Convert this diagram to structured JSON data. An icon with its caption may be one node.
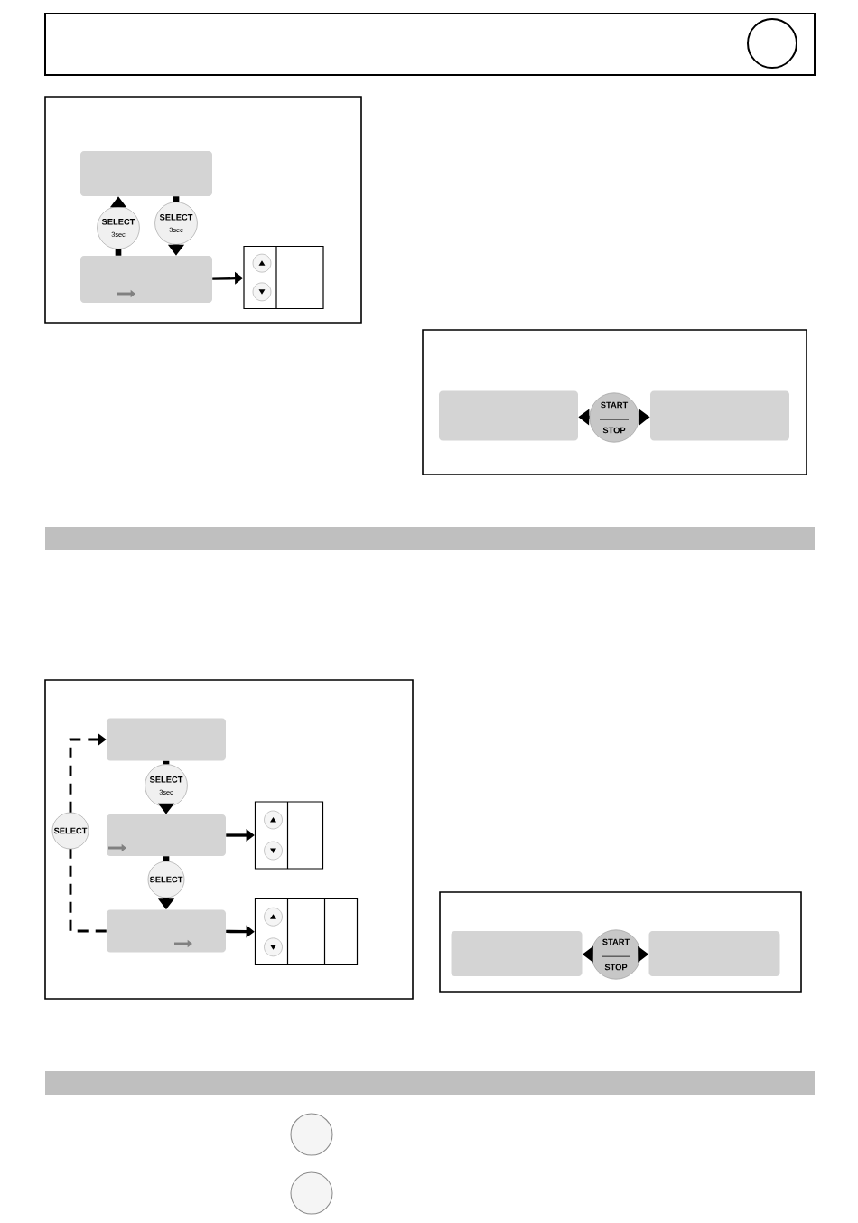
{
  "diagram": {
    "nodes": [
      {
        "text": [],
        "shape": "box"
      },
      {
        "text": [
          "SELECT",
          "3sec"
        ]
      },
      {
        "text": [
          "SELECT",
          "3sec"
        ]
      },
      {
        "text": [],
        "shape": "box"
      },
      {
        "text": [],
        "shape": "box"
      },
      {
        "text": [],
        "shape": "box"
      },
      {
        "text": [
          "START",
          "STOP"
        ]
      },
      {
        "text": [],
        "shape": "box"
      },
      {
        "text": [],
        "shape": "box"
      },
      {
        "text": [
          "SELECT",
          "3sec"
        ]
      },
      {
        "text": [],
        "shape": "box"
      },
      {
        "text": [],
        "shape": "box"
      },
      {
        "text": [
          "SELECT"
        ]
      },
      {
        "text": [],
        "shape": "box"
      },
      {
        "text": [],
        "shape": "box"
      },
      {
        "text": [
          "SELECT"
        ]
      },
      {
        "text": [],
        "shape": "box"
      },
      {
        "text": [
          "START",
          "STOP"
        ]
      },
      {
        "text": [],
        "shape": "box"
      },
      {
        "text": [],
        "shape": "circle"
      },
      {
        "text": [],
        "shape": "circle"
      },
      {
        "text": [],
        "shape": "bar"
      },
      {
        "text": [],
        "shape": "bar"
      }
    ],
    "edges": [
      {
        "from": 3,
        "to": 1,
        "arrow": "none",
        "style": "thick"
      },
      {
        "from": 1,
        "to": 0,
        "arrow": "to",
        "style": "thick"
      },
      {
        "from": 0,
        "to": 2,
        "arrow": "none",
        "style": "thick"
      },
      {
        "from": 2,
        "to": 3,
        "arrow": "to",
        "style": "thick"
      },
      {
        "from": 3,
        "to": 4,
        "arrow": "to"
      },
      {
        "from": 6,
        "to": 5,
        "arrow": "to"
      },
      {
        "from": 6,
        "to": 7,
        "arrow": "to"
      },
      {
        "from": 8,
        "to": 9,
        "arrow": "none",
        "style": "thick"
      },
      {
        "from": 9,
        "to": 10,
        "arrow": "to",
        "style": "thick"
      },
      {
        "from": 10,
        "to": 11,
        "arrow": "to"
      },
      {
        "from": 10,
        "to": 12,
        "arrow": "none",
        "style": "thick"
      },
      {
        "from": 12,
        "to": 13,
        "arrow": "to",
        "style": "thick"
      },
      {
        "from": 13,
        "to": 14,
        "arrow": "to"
      },
      {
        "from": 13,
        "to": 15,
        "arrow": "none",
        "style": "dashed"
      },
      {
        "from": 15,
        "to": 8,
        "arrow": "to",
        "style": "dashed"
      },
      {
        "from": 17,
        "to": 16,
        "arrow": "to"
      },
      {
        "from": 17,
        "to": 18,
        "arrow": "to"
      }
    ]
  }
}
